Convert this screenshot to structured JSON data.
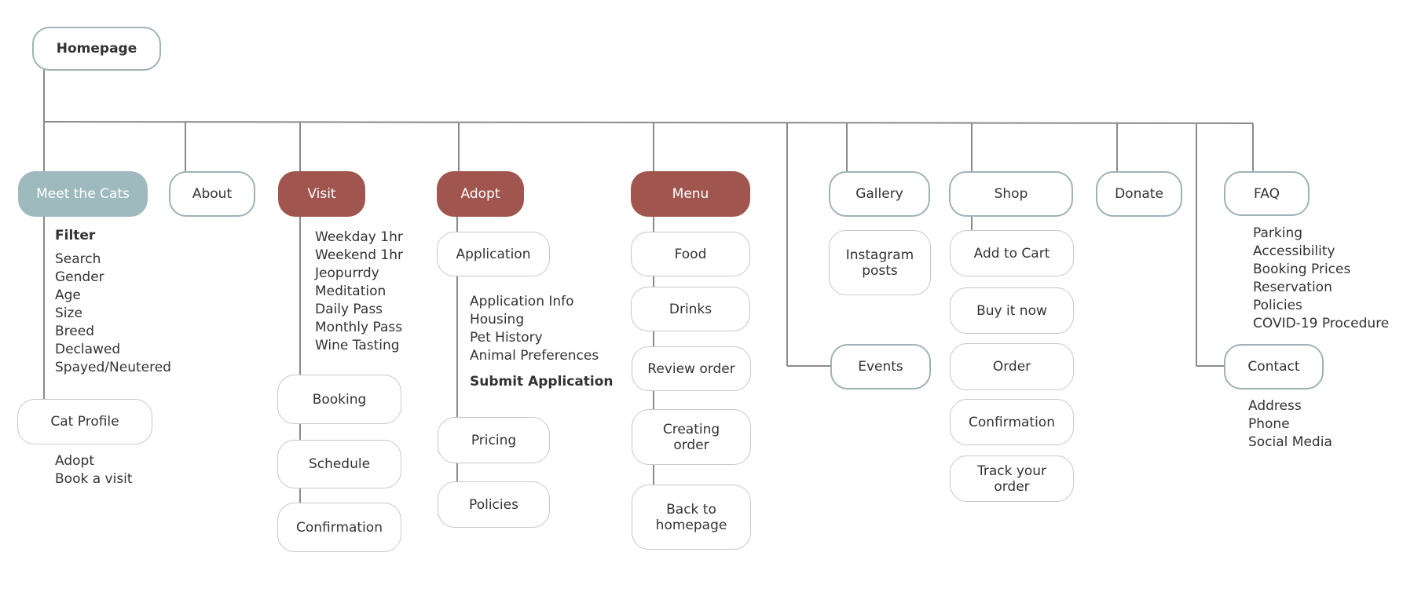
{
  "sitemap": {
    "root": "Homepage",
    "meet_cats": {
      "label": "Meet the Cats",
      "filter_heading": "Filter",
      "filters": [
        "Search",
        "Gender",
        "Age",
        "Size",
        "Breed",
        "Declawed",
        "Spayed/Neutered"
      ],
      "cat_profile": "Cat Profile",
      "profile_links": [
        "Adopt",
        "Book a visit"
      ]
    },
    "about": "About",
    "visit": {
      "label": "Visit",
      "options": [
        "Weekday 1hr",
        "Weekend 1hr",
        "Jeopurrdy",
        "Meditation",
        "Daily Pass",
        "Monthly Pass",
        "Wine Tasting"
      ],
      "booking": "Booking",
      "schedule": "Schedule",
      "confirmation": "Confirmation"
    },
    "adopt": {
      "label": "Adopt",
      "application": "Application",
      "sections": [
        "Application Info",
        "Housing",
        "Pet History",
        "Animal Preferences"
      ],
      "submit": "Submit Application",
      "pricing": "Pricing",
      "policies": "Policies"
    },
    "menu": {
      "label": "Menu",
      "food": "Food",
      "drinks": "Drinks",
      "review": "Review order",
      "creating": "Creating\norder",
      "back": "Back to\nhomepage"
    },
    "gallery": {
      "label": "Gallery",
      "instagram": "Instagram\nposts"
    },
    "events": "Events",
    "shop": {
      "label": "Shop",
      "add_to_cart": "Add to Cart",
      "buy_now": "Buy it now",
      "order": "Order",
      "confirmation": "Confirmation",
      "track": "Track your\norder"
    },
    "donate": "Donate",
    "faq": {
      "label": "FAQ",
      "items": [
        "Parking",
        "Accessibility",
        "Booking Prices",
        "Reservation",
        "Policies",
        "COVID-19 Procedure"
      ]
    },
    "contact": {
      "label": "Contact",
      "items": [
        "Address",
        "Phone",
        "Social Media"
      ]
    }
  },
  "colors": {
    "accent_teal": "#9fbabe",
    "accent_red": "#a0564f",
    "connector": "#8a8a8a",
    "node_border": "#c8c8c8"
  }
}
